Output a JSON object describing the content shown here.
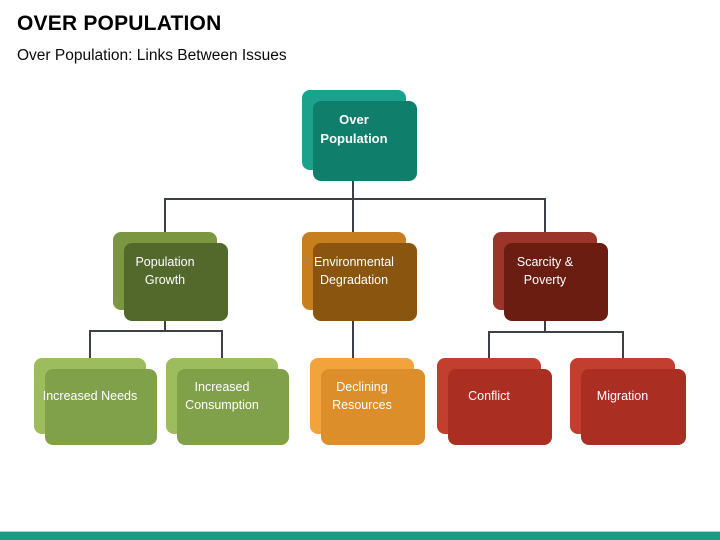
{
  "header": {
    "title": "OVER POPULATION",
    "subtitle": "Over Population: Links Between Issues"
  },
  "accent": {
    "footer_bar_color": "#199c84",
    "connector_color": "#3d4046"
  },
  "diagram": {
    "type": "hierarchy-tree",
    "root": {
      "label": "Over Population",
      "fill": "#1ca28c",
      "shadow": "#0f7e6b"
    },
    "level2": [
      {
        "id": "population-growth",
        "label": "Population Growth",
        "fill": "#7a9640",
        "shadow": "#53692c",
        "parent": "root"
      },
      {
        "id": "environmental-degradation",
        "label": "Environmental Degradation",
        "fill": "#c77e1f",
        "shadow": "#8a560f",
        "parent": "root"
      },
      {
        "id": "scarcity-poverty",
        "label": "Scarcity & Poverty",
        "fill": "#9b352a",
        "shadow": "#6b1d12",
        "parent": "root"
      }
    ],
    "level3": [
      {
        "id": "increased-needs",
        "label": "Increased Needs",
        "fill": "#9cbc5d",
        "shadow": "#80a04a",
        "parent": "population-growth"
      },
      {
        "id": "increased-consumption",
        "label": "Increased Consumption",
        "fill": "#9cbc5d",
        "shadow": "#80a04a",
        "parent": "population-growth"
      },
      {
        "id": "declining-resources",
        "label": "Declining Resources",
        "fill": "#f3a33c",
        "shadow": "#db8e2a",
        "parent": "environmental-degradation"
      },
      {
        "id": "conflict",
        "label": "Conflict",
        "fill": "#c23e2f",
        "shadow": "#aa2f22",
        "parent": "scarcity-poverty"
      },
      {
        "id": "migration",
        "label": "Migration",
        "fill": "#c23e2f",
        "shadow": "#aa2f22",
        "parent": "scarcity-poverty"
      }
    ]
  }
}
